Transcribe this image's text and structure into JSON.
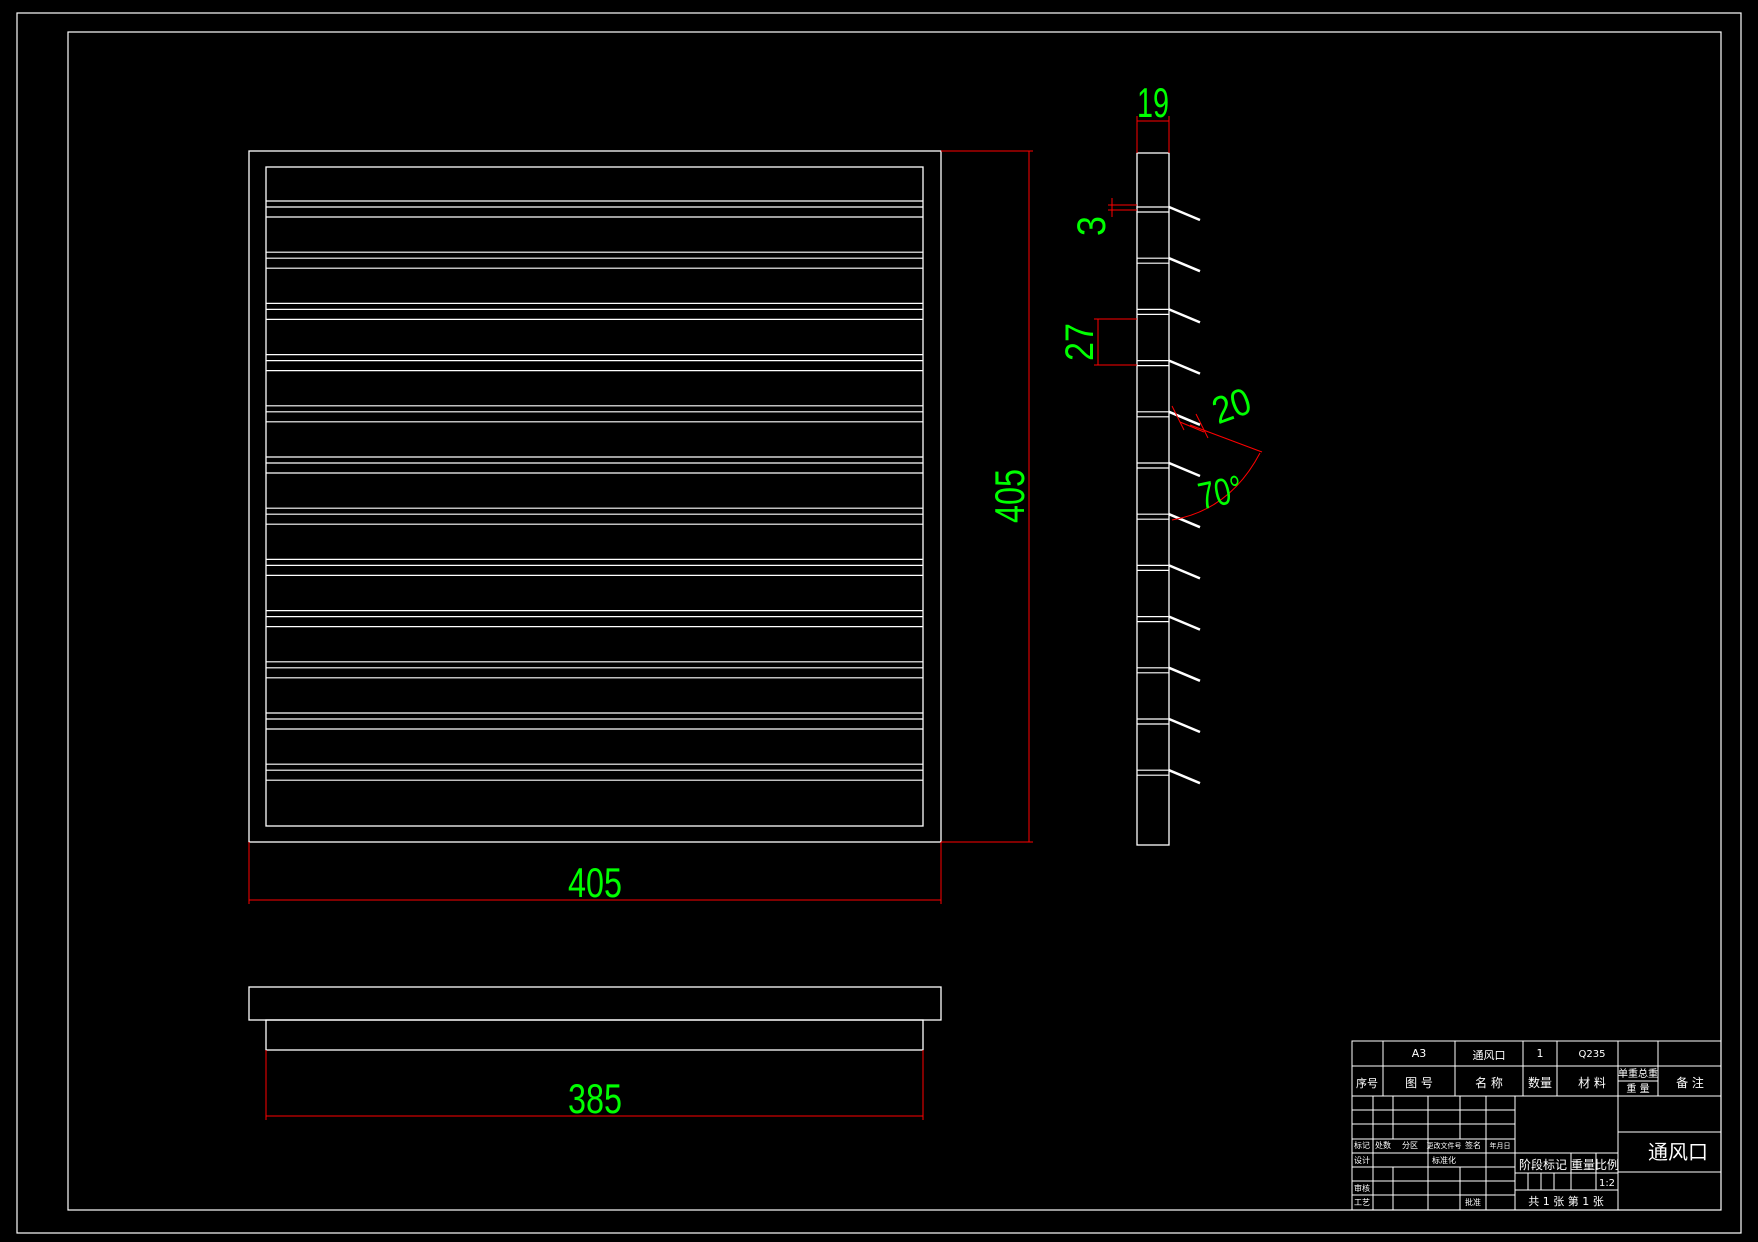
{
  "colors": {
    "background": "#000000",
    "outline": "#ffffff",
    "dimension_line": "#ff0000",
    "dimension_text": "#00ff00"
  },
  "dimensions": {
    "front_width": "405",
    "front_height": "405",
    "bottom_width": "385",
    "side_thickness": "19",
    "slat_thickness": "3",
    "slat_pitch": "27",
    "slat_length": "20",
    "slat_angle": "70°"
  },
  "title_block": {
    "part_row": {
      "drawing_no": "A3",
      "name": "通风口",
      "qty": "1",
      "material": "Q235"
    },
    "header": {
      "seq": "序号",
      "drawing_no": "图 号",
      "name": "名 称",
      "qty": "数量",
      "material": "材 料",
      "weight_single": "单重",
      "weight_total": "总重",
      "weight": "重 量",
      "remarks": "备 注"
    },
    "revision_row": {
      "mark": "标记",
      "count": "处数",
      "zone": "分区",
      "change_doc": "更改文件号",
      "sign": "签名",
      "date": "年月日"
    },
    "sign_rows": {
      "designer": "设计",
      "standardization": "标准化",
      "checker": "审核",
      "process": "工艺",
      "approve": "批准"
    },
    "stage_label": "阶段标记",
    "weight_label": "重量",
    "scale_label": "比例",
    "scale_value": "1:2",
    "sheet_info": "共 1 张   第 1 张",
    "drawing_title": "通风口"
  }
}
